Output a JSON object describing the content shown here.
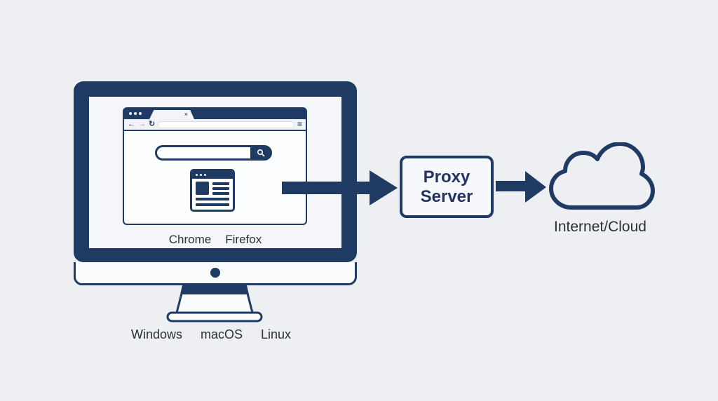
{
  "colors": {
    "accent": "#1f3a63",
    "background": "#edeff2",
    "label_text": "#2b313b",
    "proxy_text": "#233462"
  },
  "monitor": {
    "browser_labels": [
      "Chrome",
      "Firefox"
    ],
    "os_labels": [
      "Windows",
      "macOS",
      "Linux"
    ]
  },
  "browser_chrome": {
    "tab_close_glyph": "×",
    "back_glyph": "←",
    "forward_glyph": "→",
    "reload_glyph": "↻",
    "menu_glyph": "≡"
  },
  "proxy": {
    "label_line1": "Proxy",
    "label_line2": "Server"
  },
  "cloud": {
    "label": "Internet/Cloud"
  }
}
